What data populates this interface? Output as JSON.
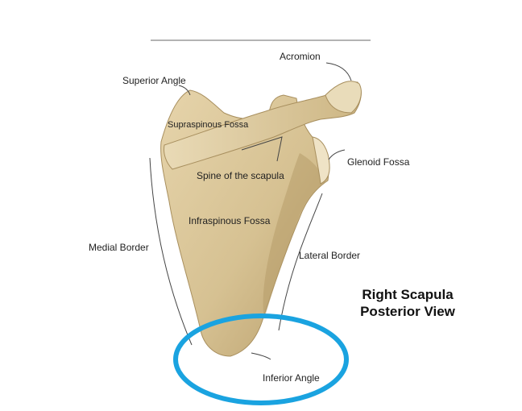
{
  "labels": {
    "acromion": "Acromion",
    "superior_angle": "Superior Angle",
    "supraspinous_fossa": "Supraspinous Fossa",
    "glenoid_fossa": "Glenoid Fossa",
    "spine": "Spine of the scapula",
    "infraspinous_fossa": "Infraspinous Fossa",
    "medial_border": "Medial Border",
    "lateral_border": "Lateral Border",
    "inferior_angle": "Inferior Angle"
  },
  "title": {
    "line1": "Right Scapula",
    "line2": "Posterior View"
  },
  "colors": {
    "bone": "#d8c49a",
    "bone_shadow": "#b89f6e",
    "highlight_circle": "#1aa3e0",
    "leader_line": "#444444"
  }
}
